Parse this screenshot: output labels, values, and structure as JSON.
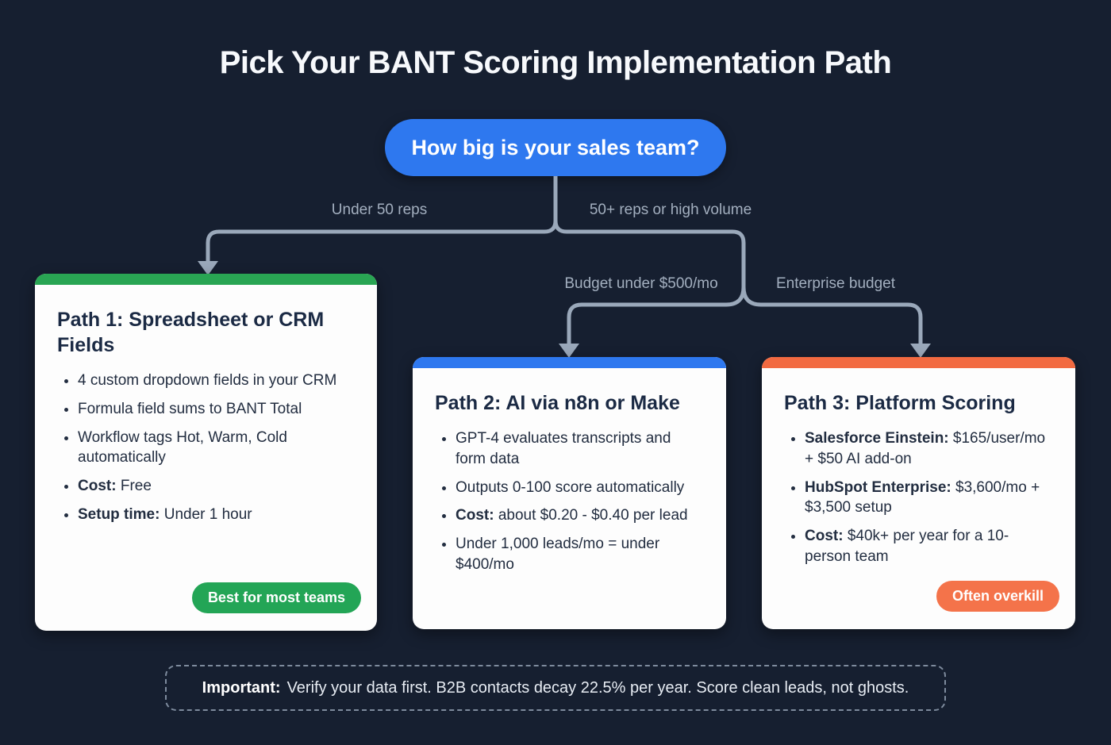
{
  "page": {
    "title": "Pick Your BANT Scoring Implementation Path",
    "background": "#161f30"
  },
  "decision": {
    "question": "How big is your sales team?",
    "color": "#2e78ef"
  },
  "branches": {
    "left": "Under 50 reps",
    "right": "50+ reps or high volume",
    "sub_left": "Budget under $500/mo",
    "sub_right": "Enterprise budget"
  },
  "connectors": {
    "color": "#9aa8ba"
  },
  "cards": [
    {
      "title": "Path 1: Spreadsheet or CRM Fields",
      "accent": "#29a553",
      "bullets": [
        [
          {
            "text": "4 custom dropdown fields in your CRM",
            "bold": false
          }
        ],
        [
          {
            "text": "Formula field sums to BANT Total",
            "bold": false
          }
        ],
        [
          {
            "text": "Workflow tags Hot, Warm, Cold automatically",
            "bold": false
          }
        ],
        [
          {
            "text": "Cost:",
            "bold": true
          },
          {
            "text": " Free",
            "bold": false
          }
        ],
        [
          {
            "text": "Setup time:",
            "bold": true
          },
          {
            "text": " Under 1 hour",
            "bold": false
          }
        ]
      ],
      "badge": {
        "label": "Best for most teams",
        "color": "#23a556"
      }
    },
    {
      "title": "Path 2: AI via n8n or Make",
      "accent": "#2e78ef",
      "bullets": [
        [
          {
            "text": "GPT-4 evaluates transcripts and form data",
            "bold": false
          }
        ],
        [
          {
            "text": "Outputs 0-100 score automatically",
            "bold": false
          }
        ],
        [
          {
            "text": "Cost:",
            "bold": true
          },
          {
            "text": " about $0.20 - $0.40 per lead",
            "bold": false
          }
        ],
        [
          {
            "text": "Under 1,000 leads/mo = under $400/mo",
            "bold": false
          }
        ]
      ],
      "badge": null
    },
    {
      "title": "Path 3: Platform Scoring",
      "accent": "#f26a41",
      "bullets": [
        [
          {
            "text": "Salesforce Einstein:",
            "bold": true
          },
          {
            "text": " $165/user/mo + $50 AI add-on",
            "bold": false
          }
        ],
        [
          {
            "text": "HubSpot Enterprise:",
            "bold": true
          },
          {
            "text": " $3,600/mo + $3,500 setup",
            "bold": false
          }
        ],
        [
          {
            "text": "Cost:",
            "bold": true
          },
          {
            "text": " $40k+ per year for a 10-person team",
            "bold": false
          }
        ]
      ],
      "badge": {
        "label": "Often overkill",
        "color": "#f4734a"
      }
    }
  ],
  "note": {
    "label": "Important:",
    "text": "Verify your data first. B2B contacts decay 22.5% per year. Score clean leads, not ghosts."
  }
}
